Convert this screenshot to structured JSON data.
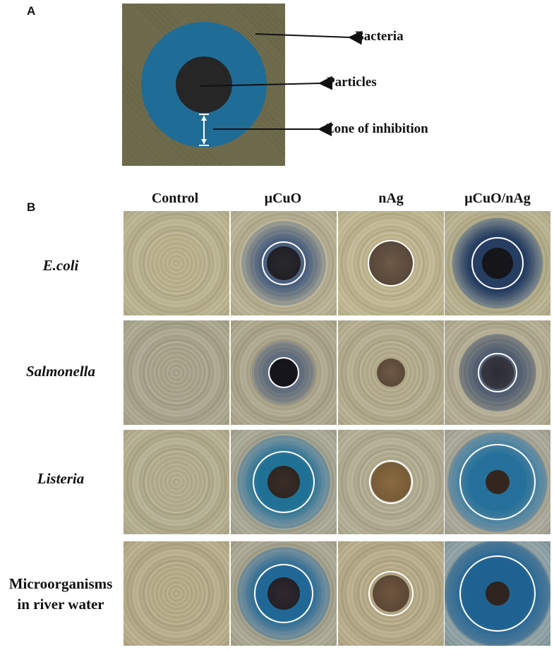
{
  "panel_a": {
    "label": "A",
    "callouts": {
      "bacteria": "Bacteria",
      "particles": "Particles",
      "zone": "Zone of inhibition"
    }
  },
  "panel_b": {
    "label": "B",
    "columns": [
      "Control",
      "μCuO",
      "nAg",
      "μCuO/nAg"
    ],
    "rows": [
      {
        "label": "E.coli",
        "italic": true
      },
      {
        "label": "Salmonella",
        "italic": true
      },
      {
        "label": "Listeria",
        "italic": true
      },
      {
        "label_line1": "Microorganisms",
        "label_line2": "in river water",
        "italic": false
      }
    ]
  },
  "colors": {
    "bacteria_lawn": "#6e6a49",
    "inhibition_zone": "#1f6d97",
    "particles": "#262626",
    "plate_agar": "#bcb38c"
  }
}
